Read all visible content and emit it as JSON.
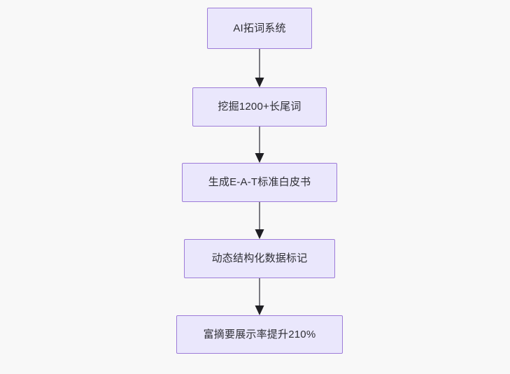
{
  "diagram": {
    "type": "flowchart",
    "direction": "top-to-bottom",
    "background_color": "#f8f8f8",
    "node_fill_color": "#eae7fc",
    "node_border_color": "#9d7bd8",
    "node_text_color": "#2f2f35",
    "connector_color": "#7b7b82",
    "arrowhead_color": "#1f1f23",
    "nodes": [
      {
        "id": "n0",
        "label": "AI拓词系统"
      },
      {
        "id": "n1",
        "label": "挖掘1200+长尾词"
      },
      {
        "id": "n2",
        "label": "生成E-A-T标准白皮书"
      },
      {
        "id": "n3",
        "label": "动态结构化数据标记"
      },
      {
        "id": "n4",
        "label": "富摘要展示率提升210%"
      }
    ],
    "edges": [
      {
        "from": "n0",
        "to": "n1",
        "label": ""
      },
      {
        "from": "n1",
        "to": "n2",
        "label": ""
      },
      {
        "from": "n2",
        "to": "n3",
        "label": ""
      },
      {
        "from": "n3",
        "to": "n4",
        "label": ""
      }
    ]
  }
}
